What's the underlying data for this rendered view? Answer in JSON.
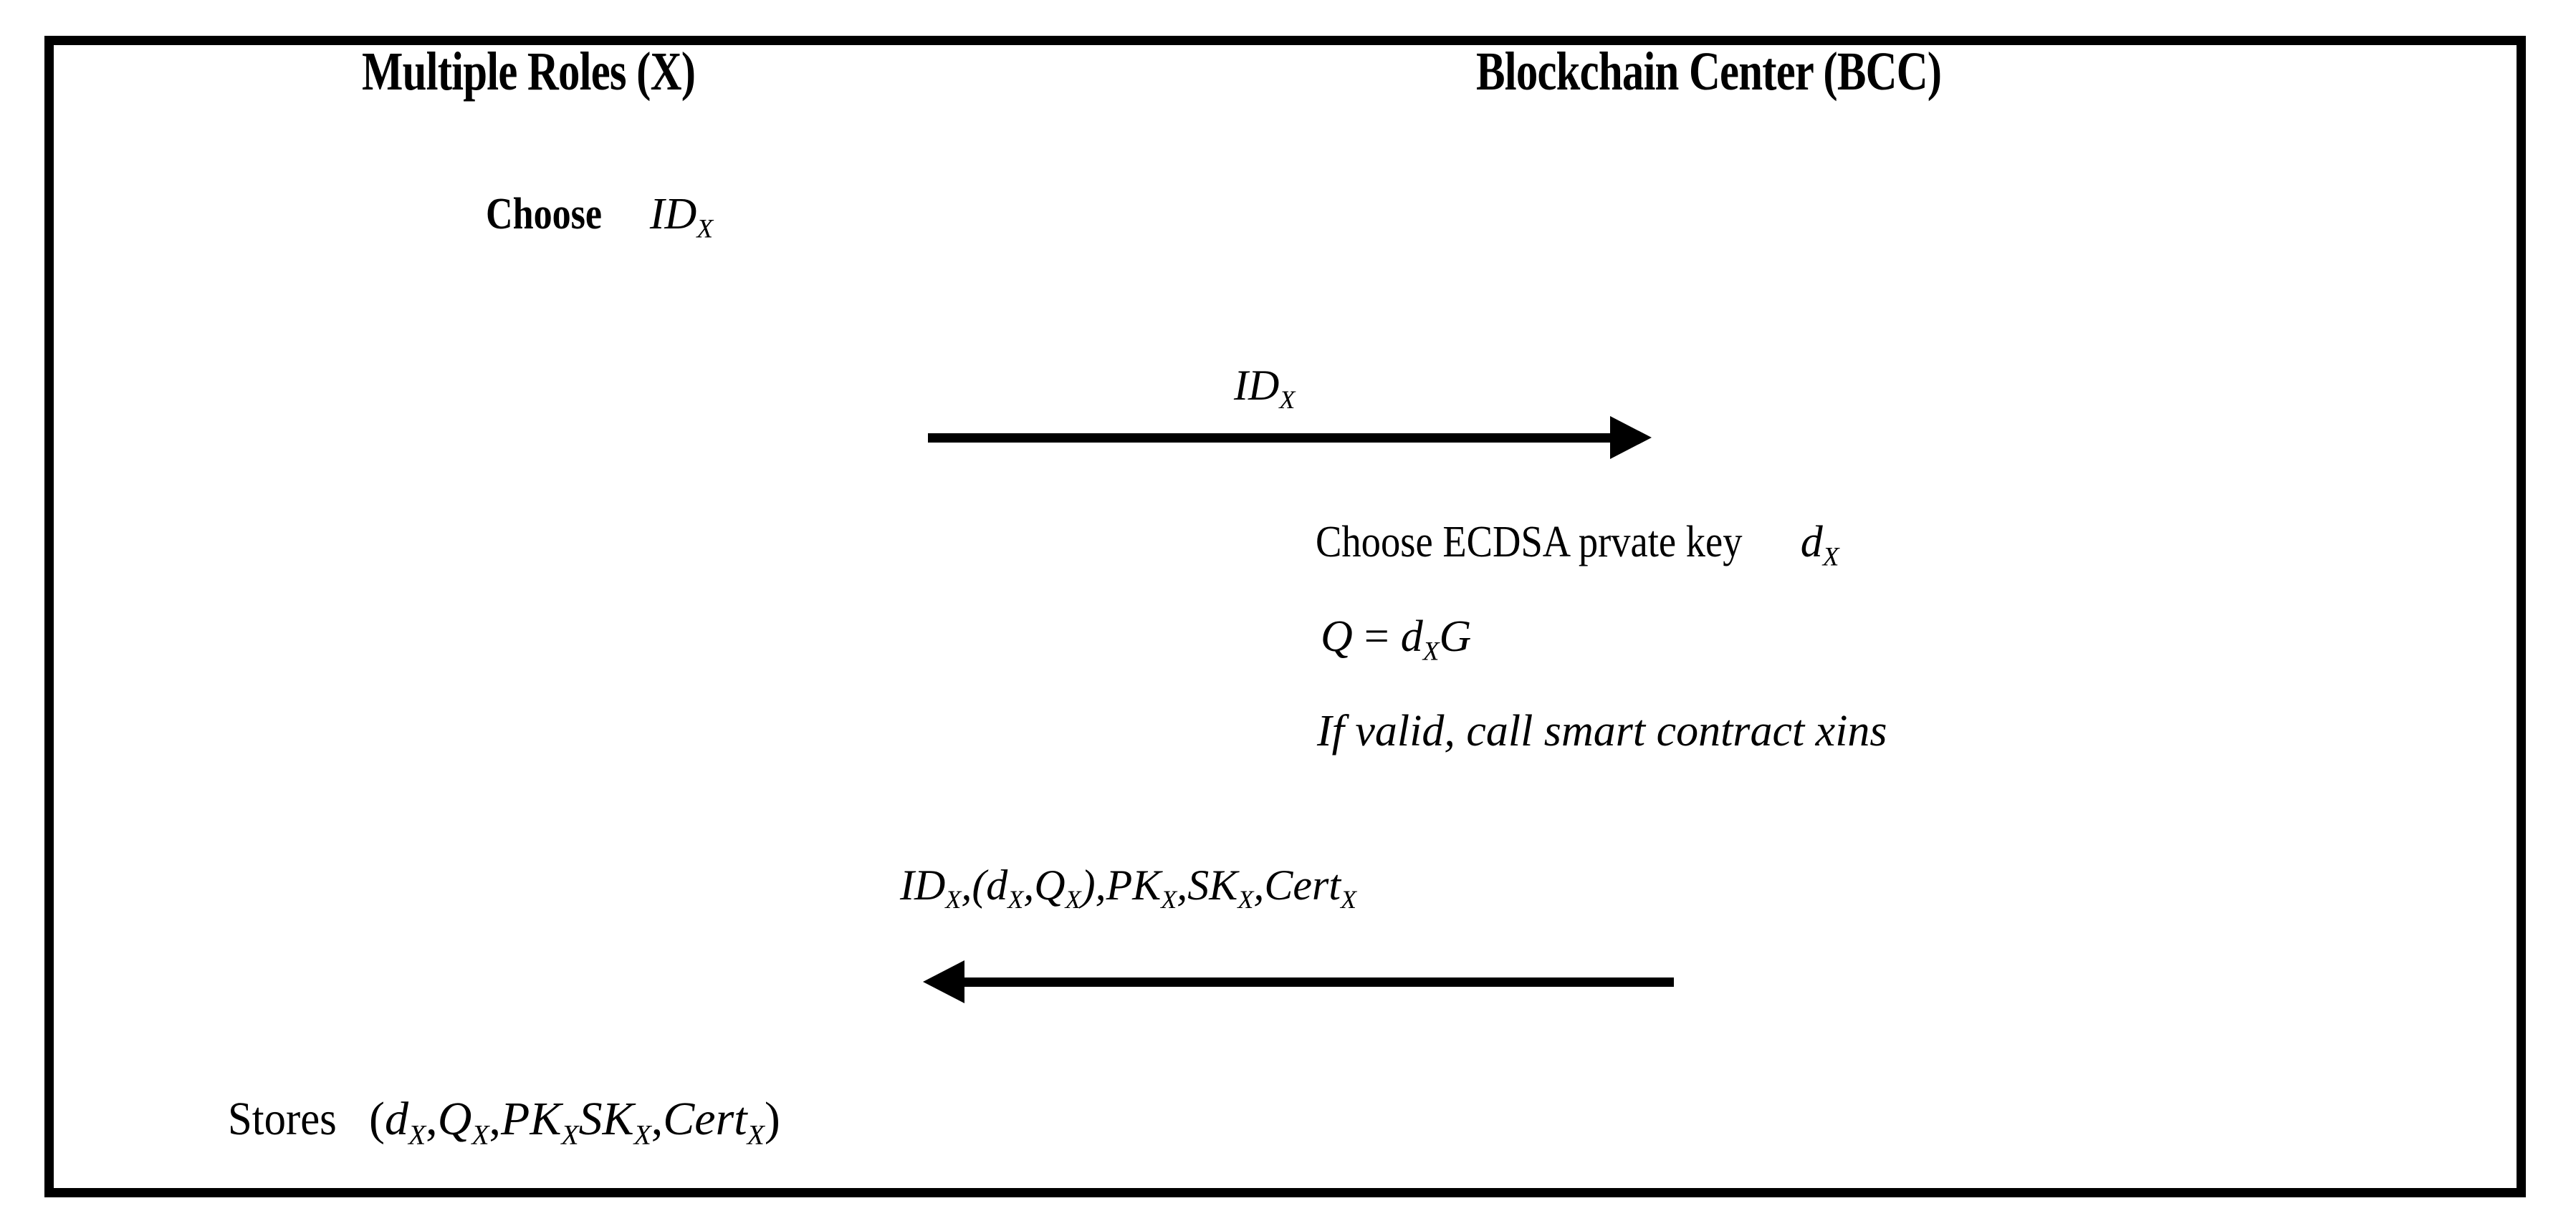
{
  "diagram": {
    "type": "protocol-sequence-diagram",
    "border_color": "#000000",
    "background_color": "#ffffff",
    "text_color": "#000000"
  },
  "actors": {
    "left": {
      "title": "Multiple Roles (X)"
    },
    "right": {
      "title": "Blockchain Center (BCC)"
    }
  },
  "left_steps": [
    {
      "keyword": "Choose",
      "symbol_base": "ID",
      "symbol_sub": "X"
    }
  ],
  "right_steps": [
    {
      "text_plain": "Choose ECDSA prvate key ",
      "symbol_base": "d",
      "symbol_sub": "X",
      "style": "roman-with-math"
    },
    {
      "lhs": "Q",
      "operator": "=",
      "rhs_base": "d",
      "rhs_sub": "X",
      "rhs_tail": "G",
      "style": "math"
    },
    {
      "text_italic": "If  valid, call smart contract xins",
      "style": "italic"
    }
  ],
  "messages": [
    {
      "direction": "right",
      "label_parts": [
        {
          "base": "ID",
          "sub": "X"
        }
      ],
      "label_text": "ID_X"
    },
    {
      "direction": "left",
      "label_parts": [
        {
          "base": "ID",
          "sub": "X"
        },
        {
          "sep": ",("
        },
        {
          "base": "d",
          "sub": "X"
        },
        {
          "sep": ","
        },
        {
          "base": "Q",
          "sub": "X"
        },
        {
          "sep": "),"
        },
        {
          "base": "PK",
          "sub": "X"
        },
        {
          "sep": ","
        },
        {
          "base": "SK",
          "sub": "X"
        },
        {
          "sep": ","
        },
        {
          "base": "Cert",
          "sub": "X"
        }
      ],
      "label_text": "ID_X,(d_X,Q_X),PK_X,SK_X,Cert_X"
    }
  ],
  "footer": {
    "keyword": "Stores",
    "open_paren": "(",
    "close_paren": ")",
    "items": [
      {
        "base": "d",
        "sub": "X",
        "after": ","
      },
      {
        "base": "Q",
        "sub": "X",
        "after": ","
      },
      {
        "base": "PK",
        "sub": "X",
        "after": ""
      },
      {
        "base": "SK",
        "sub": "X",
        "after": ","
      },
      {
        "base": "Cert",
        "sub": "X",
        "after": ""
      }
    ],
    "full_text": "Stores (d_X,Q_X,PK_X SK_X,Cert_X)"
  },
  "labels": {
    "choose_keyword": "Choose",
    "ecdsa_line": "Choose ECDSA prvate key",
    "q_equation_lhs": "Q",
    "q_equation_eq": "=",
    "q_equation_tail": "G",
    "if_valid_line": "If  valid, call smart contract xins",
    "stores_keyword": "Stores",
    "id_symbol": "ID",
    "d_symbol": "d",
    "q_symbol": "Q",
    "pk_symbol": "PK",
    "sk_symbol": "SK",
    "cert_symbol": "Cert",
    "subscript_x": "X",
    "comma": ",",
    "open_paren": "(",
    "close_paren": ")"
  }
}
